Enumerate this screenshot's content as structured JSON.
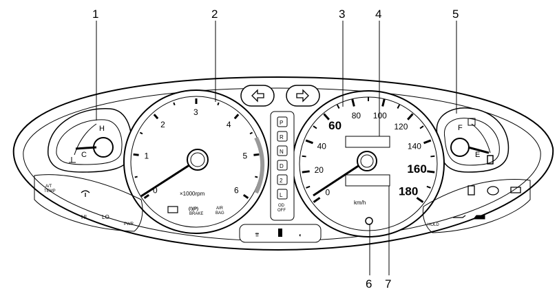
{
  "callouts": [
    "1",
    "2",
    "3",
    "4",
    "5",
    "6",
    "7"
  ],
  "temp_gauge": {
    "hot": "H",
    "cold": "C"
  },
  "fuel_gauge": {
    "full": "F",
    "empty": "E"
  },
  "tachometer": {
    "numbers": [
      "0",
      "1",
      "2",
      "3",
      "4",
      "5",
      "6"
    ],
    "unit": "×1000rpm"
  },
  "speedometer": {
    "numbers": [
      "0",
      "20",
      "40",
      "60",
      "80",
      "100",
      "120",
      "140",
      "160",
      "180"
    ],
    "unit": "km/h"
  },
  "gear_indicators": [
    "P",
    "R",
    "N",
    "D",
    "2",
    "L"
  ],
  "od_off": [
    "OD",
    "OFF"
  ],
  "warnings_left": {
    "brake": "BRAKE",
    "air_bag": [
      "AIR",
      "BAG"
    ]
  },
  "left_panel": {
    "at_temp": [
      "A/T",
      "TEMP"
    ],
    "hi": "HI",
    "lo": "LO",
    "pwr": "PWR"
  },
  "right_panel": {
    "hold": "HOLD"
  }
}
